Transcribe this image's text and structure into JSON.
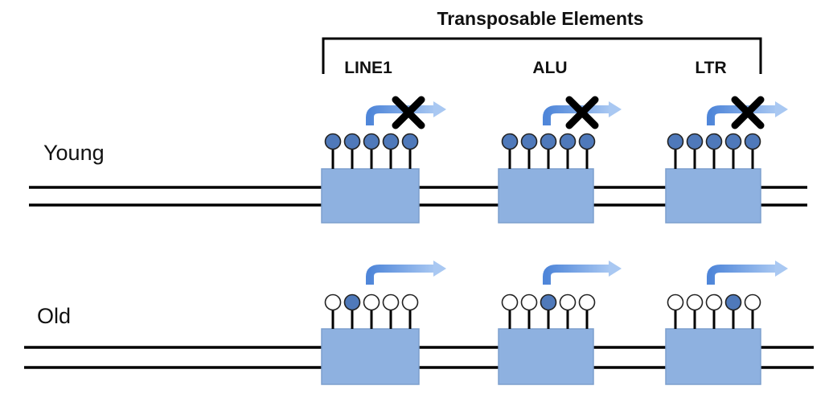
{
  "header": {
    "title": "Transposable Elements"
  },
  "elements": [
    {
      "id": "line1",
      "label": "LINE1"
    },
    {
      "id": "alu",
      "label": "ALU"
    },
    {
      "id": "ltr",
      "label": "LTR"
    }
  ],
  "rows": [
    {
      "id": "young",
      "label": "Young",
      "methylation": [
        [
          true,
          true,
          true,
          true,
          true
        ],
        [
          true,
          true,
          true,
          true,
          true
        ],
        [
          true,
          true,
          true,
          true,
          true
        ]
      ],
      "transcription_blocked": true
    },
    {
      "id": "old",
      "label": "Old",
      "methylation": [
        [
          false,
          true,
          false,
          false,
          false
        ],
        [
          false,
          false,
          true,
          false,
          false
        ],
        [
          false,
          false,
          false,
          true,
          false
        ]
      ],
      "transcription_blocked": false
    }
  ],
  "colors": {
    "methylated": "#4f79ba",
    "unmethylated": "#ffffff",
    "element_box": "#8eb1e0",
    "arrow": "#6a9be0",
    "block_mark": "#000000",
    "dna_strand": "#000000"
  },
  "legend": {
    "methylated_meaning": "",
    "unmethylated_meaning": ""
  }
}
